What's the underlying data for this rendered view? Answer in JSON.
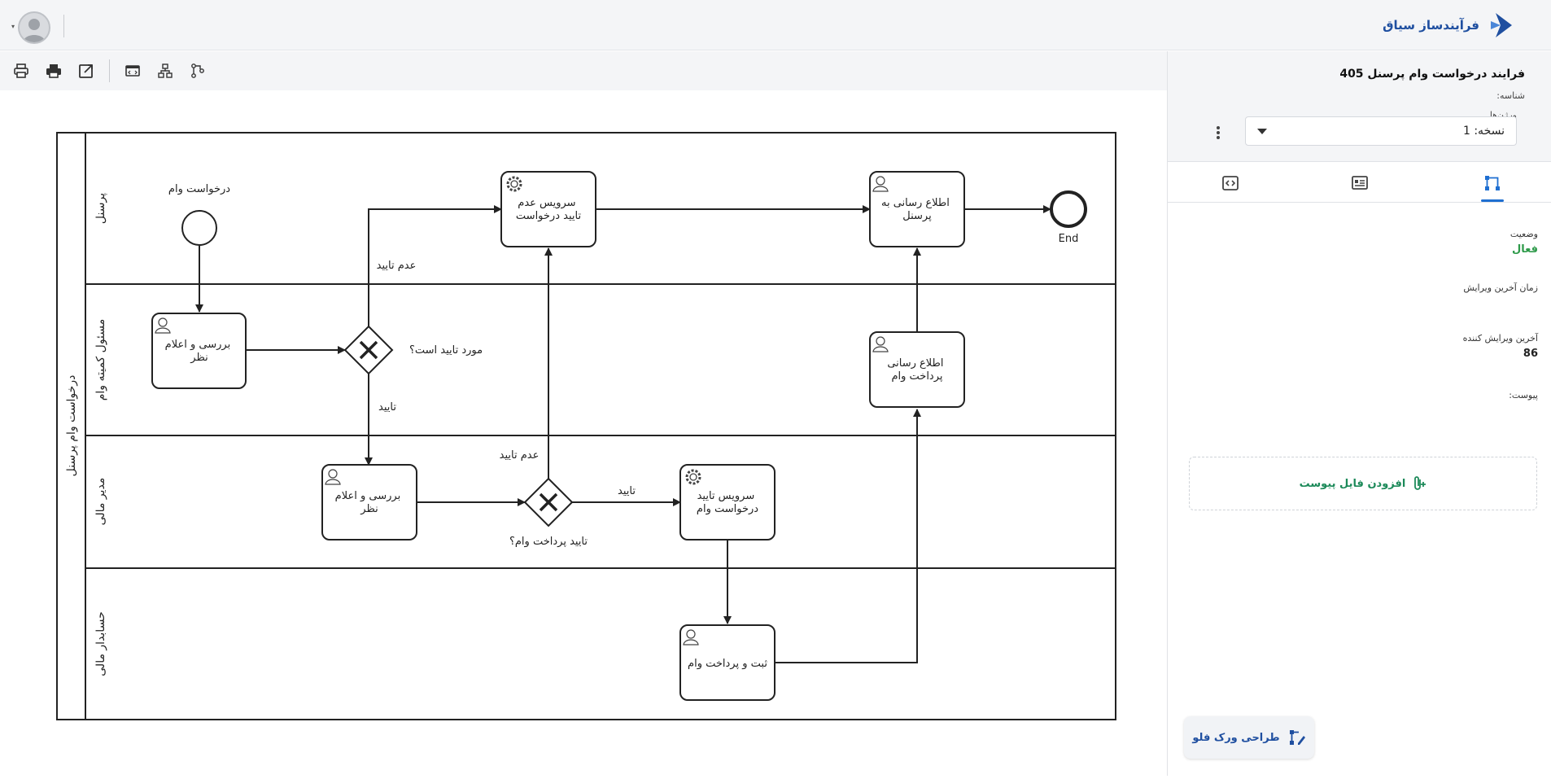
{
  "app": {
    "brand_name": "فرآیندساز سیاق"
  },
  "process": {
    "title": "فرایند درخواست وام پرسنل 405",
    "id_label": "شناسه:",
    "versions_label": "ورژن‌ها",
    "version_value": "نسخه: 1"
  },
  "properties": {
    "status_label": "وضعیت",
    "status_value": "فعال",
    "status_color": "#2e9a4a",
    "last_edit_time_label": "زمان آخرین ویرایش",
    "last_editor_label": "آخرین ویرایش کننده",
    "last_editor_value": "86",
    "attachment_label": "پیوست:",
    "add_attachment_label": "افزودن فایل پیوست"
  },
  "design_workflow_label": "طراحی ورک فلو",
  "diagram": {
    "pool_label": "درخواست وام پرسنل",
    "lanes": [
      "پرسنل",
      "مسئول کمیته وام",
      "مدیر مالی",
      "حسابدار مالی"
    ],
    "start_event_label": "درخواست وام",
    "end_event_label": "End",
    "tasks": {
      "review1": [
        "بررسی و اعلام",
        "نظر"
      ],
      "review2": [
        "بررسی و اعلام",
        "نظر"
      ],
      "reject_service": [
        "سرویس عدم",
        "تایید درخواست"
      ],
      "notify_staff": [
        "اطلاع رسانی به",
        "پرسنل"
      ],
      "notify_payment": [
        "اطلاع رسانی",
        "پرداخت وام"
      ],
      "approve_service": [
        "سرویس تایید",
        "درخواست وام"
      ],
      "register_pay": [
        "ثبت و پرداخت وام"
      ]
    },
    "gateways": {
      "gw1_label": "مورد تایید است؟",
      "gw2_label": "تایید پرداخت وام؟"
    },
    "flows": {
      "reject1": "عدم تایید",
      "approve1": "تایید",
      "reject2": "عدم تایید",
      "approve2": "تایید"
    }
  },
  "colors": {
    "accent": "#1f6fd1",
    "brand": "#1f4fa0",
    "success": "#1d8a5a"
  }
}
